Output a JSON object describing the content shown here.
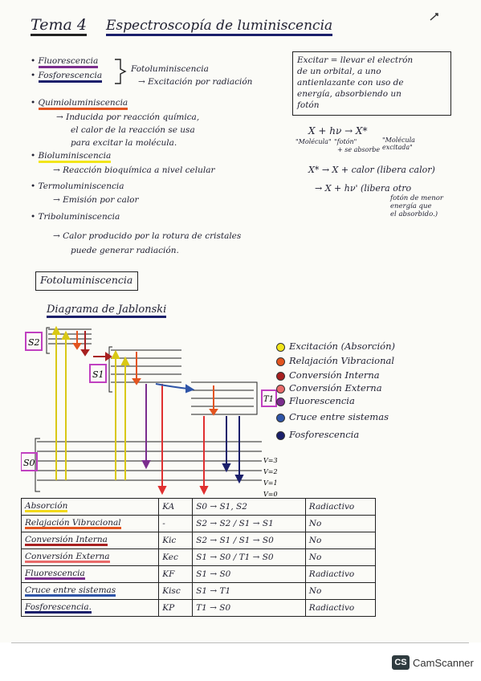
{
  "title": {
    "tema": "Tema 4",
    "subject": "Espectroscopía de luminiscencia"
  },
  "intro": {
    "fluorescencia": "Fluorescencia",
    "fosforescencia": "Fosforescencia",
    "fotoluminiscencia": "Fotoluminiscencia",
    "excitacion_radiacion": "→ Excitación por radiación",
    "quimio": "Quimioluminiscencia",
    "quimio_desc": [
      "→ Inducida por reacción química,",
      "el calor de la reacción se usa",
      "para excitar la molécula."
    ],
    "bio": "Bioluminiscencia",
    "bio_desc": "→ Reacción bioquímica a nivel celular",
    "termo": "Termoluminiscencia",
    "termo_desc": "→ Emisión por calor",
    "tribo": "Triboluminiscencia",
    "tribo_desc": [
      "→ Calor producido por la rotura de cristales",
      "puede generar radiación."
    ]
  },
  "note_box": [
    "Excitar = llevar el electrón",
    "de un orbital, a uno",
    "antienlazante con uso de",
    "energía, absorbiendo un",
    "fotón"
  ],
  "equation1": {
    "expr": "X + hν → X*",
    "l1": "\"Molécula\"",
    "l2": "\"fotón\"",
    "l3": "\"Molécula excitada\"",
    "l4": "+ se absorbe"
  },
  "equation2": {
    "expr1": "X* → X + calor (libera calor)",
    "expr2": "→ X + hν' (libera otro",
    "cont": [
      "fotón de menor",
      "energía que",
      "el absorbido.)"
    ]
  },
  "section_title": "Fotoluminiscencia",
  "diagram_title": "Diagrama de Jablonski",
  "levels": {
    "s2": "S2",
    "s1": "S1",
    "s0": "S0",
    "t1": "T1",
    "v3": "V=3",
    "v2": "V=2",
    "v1": "V=1",
    "v0": "V=0"
  },
  "legend": [
    {
      "label": "Excitación (Absorción)",
      "color": "#f2e51a"
    },
    {
      "label": "Relajación Vibracional",
      "color": "#e3541f"
    },
    {
      "label": "Conversión Interna",
      "color": "#a82020"
    },
    {
      "label": "Conversión Externa",
      "color": "#e86a6a"
    },
    {
      "label": "Fluorescencia",
      "color": "#7b2d8e"
    },
    {
      "label": "Cruce entre sistemas",
      "color": "#2f55a8"
    },
    {
      "label": "Fosforescencia",
      "color": "#1a1f6b"
    }
  ],
  "table": [
    {
      "name": "Absorción",
      "k": "KA",
      "trans": "S0 → S1, S2",
      "type": "Radiactivo",
      "color": "#f2d91a"
    },
    {
      "name": "Relajación Vibracional",
      "k": "-",
      "trans": "S2 → S2 / S1 → S1",
      "type": "No",
      "color": "#e3541f"
    },
    {
      "name": "Conversión Interna",
      "k": "Kic",
      "trans": "S2 → S1 / S1 → S0",
      "type": "No",
      "color": "#a82020"
    },
    {
      "name": "Conversión Externa",
      "k": "Kec",
      "trans": "S1 → S0 / T1 → S0",
      "type": "No",
      "color": "#e86a6a"
    },
    {
      "name": "Fluorescencia",
      "k": "KF",
      "trans": "S1 → S0",
      "type": "Radiactivo",
      "color": "#7b2d8e"
    },
    {
      "name": "Cruce entre sistemas",
      "k": "Kisc",
      "trans": "S1 → T1",
      "type": "No",
      "color": "#2f55a8"
    },
    {
      "name": "Fosforescencia.",
      "k": "KP",
      "trans": "T1 → S0",
      "type": "Radiactivo",
      "color": "#1a1f6b"
    }
  ],
  "watermark": "CamScanner",
  "watermark_logo": "CS"
}
